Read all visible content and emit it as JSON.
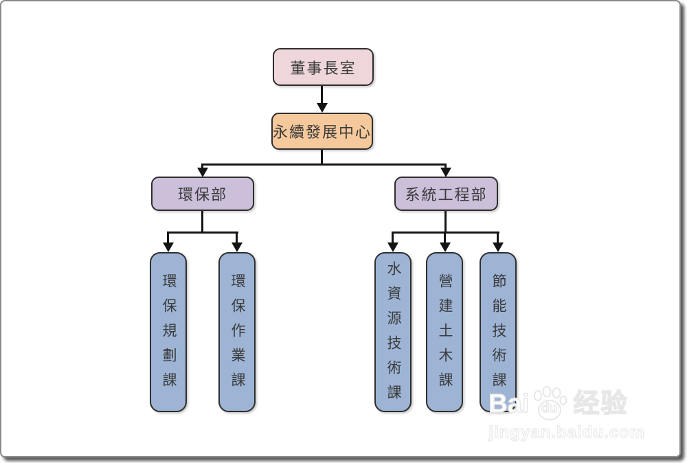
{
  "page": {
    "background": "#ffffff",
    "border_color": "#8a8a8a",
    "connector_color": "#141414"
  },
  "org_chart": {
    "type": "org-chart",
    "nodes": [
      {
        "id": "chairman-office",
        "label": "董事長室",
        "level": 1,
        "parent": null,
        "fill": "#eed6da"
      },
      {
        "id": "sustainable-development-center",
        "label": "永續發展中心",
        "level": 2,
        "parent": "chairman-office",
        "fill": "#f6c99c"
      },
      {
        "id": "environmental-protection-dept",
        "label": "環保部",
        "level": 3,
        "parent": "sustainable-development-center",
        "fill": "#cbbfda"
      },
      {
        "id": "systems-engineering-dept",
        "label": "系統工程部",
        "level": 3,
        "parent": "sustainable-development-center",
        "fill": "#cbbfda"
      },
      {
        "id": "env-planning-section",
        "label": "環保規劃課",
        "level": 4,
        "parent": "environmental-protection-dept",
        "fill": "#9db4d5"
      },
      {
        "id": "env-operations-section",
        "label": "環保作業課",
        "level": 4,
        "parent": "environmental-protection-dept",
        "fill": "#9db4d5"
      },
      {
        "id": "water-resources-tech-section",
        "label": "水資源技術課",
        "level": 4,
        "parent": "systems-engineering-dept",
        "fill": "#9db4d5"
      },
      {
        "id": "construction-civil-section",
        "label": "營建土木課",
        "level": 4,
        "parent": "systems-engineering-dept",
        "fill": "#9db4d5"
      },
      {
        "id": "energy-saving-tech-section",
        "label": "節能技術課",
        "level": 4,
        "parent": "systems-engineering-dept",
        "fill": "#9db4d5"
      }
    ]
  },
  "watermark": {
    "brand_prefix": "Bai",
    "brand_paw_text": "du",
    "brand_suffix": "经验",
    "site_url": "jingyan.baidu.com"
  }
}
